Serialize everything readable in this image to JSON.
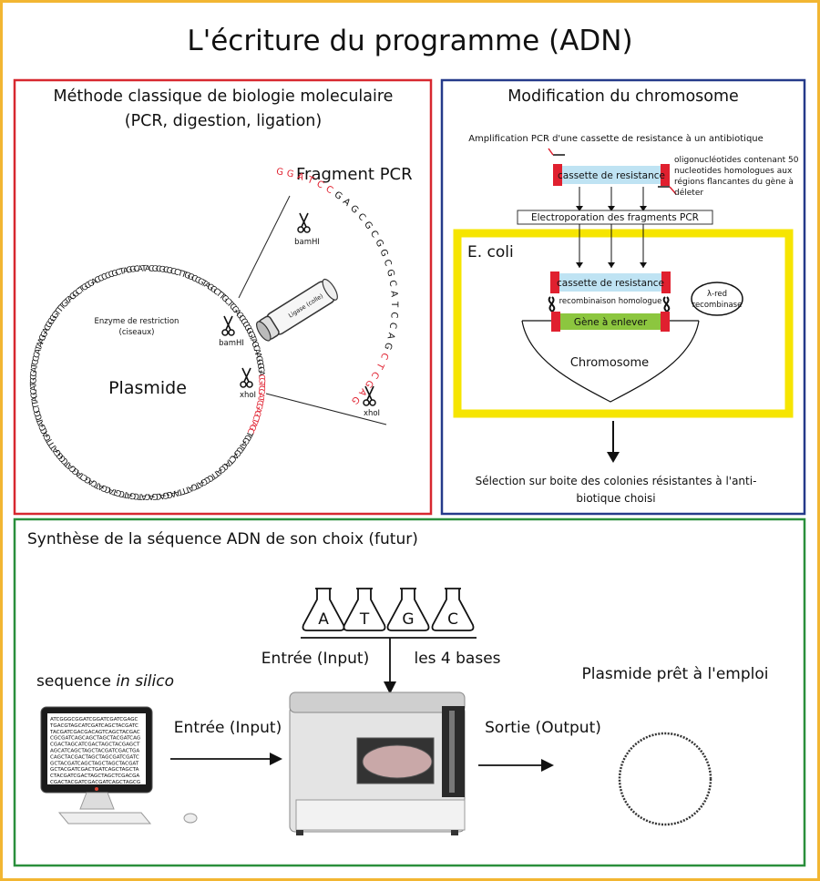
{
  "title": "L'écriture du programme (ADN)",
  "colors": {
    "outer_frame": "#f2b632",
    "classic_frame": "#d7282f",
    "chromosome_frame": "#253a8a",
    "synthesis_frame": "#2a8f3c",
    "ecoli_frame": "#f6e500",
    "cassette_fill": "#bfe3f3",
    "gene_fill": "#8cc63f",
    "flank_red": "#e0202f",
    "site_red": "#e0202f"
  },
  "classic": {
    "title": "Méthode classique de biologie moleculaire",
    "subtitle": "(PCR, digestion, ligation)",
    "fragment_label": "Fragment PCR",
    "plasmid_label": "Plasmide",
    "enzyme_label": "Enzyme de restriction",
    "enzyme_sublabel": "(ciseaux)",
    "ligase_label": "Ligase (colle)",
    "enzymes": [
      "bamHI",
      "xhoI"
    ],
    "plasmid_sequence": "ACGCGCGCCTTGGCCGTAGGCTTGCTCGAGCCCGGGTAGCAAGGGGACGTCGATCGAGCTAGCTCGATCGACTACGATTCCGATCATTTAAGGACGACATCGATCGTACGATCAGCTAGCATCGGGATTTGACGATCGCTTAGCATGCGATCCCATAAGGACGGGGTTTGTAGGCTGCGACCCCCGCTAGGCAT",
    "fragment_sequence": "GGATCCGAGCGCGGCGCATCCAGCTCGAG",
    "site_start": "GGATCC",
    "site_end": "CTCGAG"
  },
  "chromosome": {
    "title": "Modification du chromosome",
    "amplification": "Amplification PCR d'une cassette de resistance à un antibiotique",
    "cassette": "cassette de resistance",
    "oligo_note": [
      "oligonucléotides contenant 50",
      "nucleotides homologues aux",
      "régions flancantes du gène à",
      "déleter"
    ],
    "electroporation": "Electroporation des fragments PCR",
    "ecoli": "E. coli",
    "recombination": "recombinaison homologue",
    "lambda_red": [
      "λ-red",
      "recombinase"
    ],
    "gene": "Gène à enlever",
    "chromosome": "Chromosome",
    "selection": [
      "Sélection sur boite des colonies résistantes à l'anti-",
      "biotique choisi"
    ]
  },
  "synthesis": {
    "title": "Synthèse de la séquence ADN de son choix (futur)",
    "bases": [
      "A",
      "T",
      "G",
      "C"
    ],
    "input_top": "Entrée (Input)",
    "bases_label": "les 4 bases",
    "sequence_label_prefix": "sequence ",
    "sequence_label_italic": "in silico",
    "input_left": "Entrée (Input)",
    "output": "Sortie (Output)",
    "result": "Plasmide prêt à l'emploi",
    "screen_lines": [
      "ATCGGGCGGATCGGATCGATCGAGC",
      "TGACGTAGCATCGATCAGCTACGATC",
      "TACGATCGACGACAGTCAGCTACGAC",
      "CGCGATCAGCAGCTAGCTACGATCAG",
      "CGACTAGCATCGACTAGCTACGAGCT",
      "AGCATCAGCTAGCTACGATCGACTGA",
      "CAGCTACGACTAGCTAGCGATCGATC",
      "GCTACGATCAGCTAGCTAGCTACGAT",
      "GCTACGATCGACTGATCAGCTAGCTA",
      "CTACGATCGACTAGCTAGCTCGACGA",
      "CGACTACGATCGACGATCAGCTAGCG"
    ]
  }
}
